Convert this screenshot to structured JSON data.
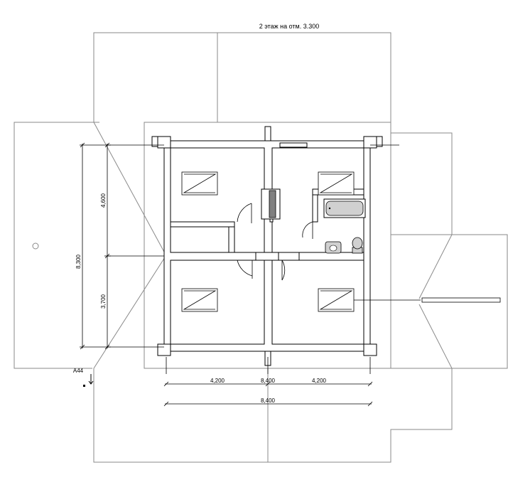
{
  "drawing": {
    "title": "2 этаж на отм. 3.300",
    "section_mark": "А44"
  },
  "dimensions": {
    "bottom_left": "4,200",
    "bottom_total_inline": "8,400",
    "bottom_right": "4,200",
    "bottom_total": "8,400",
    "left_total": "8,300",
    "left_upper": "4,600",
    "left_lower": "3,700"
  },
  "colors": {
    "line": "#000000",
    "roof_line": "#8a8a8a",
    "fixture_fill": "#d0d0d0"
  }
}
